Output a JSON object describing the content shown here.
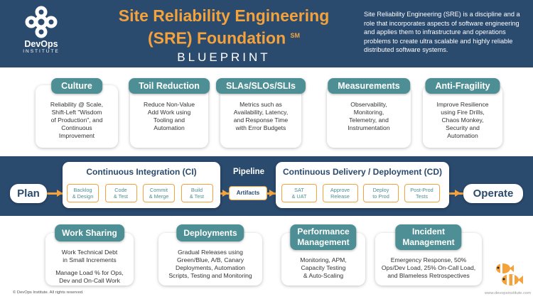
{
  "brand": {
    "name": "DevOps",
    "sub": "INSTITUTE"
  },
  "title": {
    "line1": "Site Reliability Engineering",
    "line2": "(SRE) Foundation",
    "mark": "SM",
    "subtitle": "BLUEPRINT"
  },
  "intro": "Site Reliability Engineering (SRE) is a discipline and a role that incorporates aspects of software engineering and applies them to infrastructure and operations problems to create ultra scalable and highly reliable distributed software systems.",
  "principles": [
    {
      "title": "Culture",
      "lines": [
        "Reliability @ Scale,",
        "Shift-Left \"Wisdom",
        "of Production\", and",
        "Continuous",
        "Improvement"
      ]
    },
    {
      "title": "Toil Reduction",
      "lines": [
        "Reduce Non-Value",
        "Add Work using",
        "Tooling and",
        "Automation"
      ]
    },
    {
      "title": "SLAs/SLOs/SLIs",
      "lines": [
        "Metrics such as",
        "Availability, Latency,",
        "and Response Time",
        "with Error Budgets"
      ]
    },
    {
      "title": "Measurements",
      "lines": [
        "Observability,",
        "Monitoring,",
        "Telemetry, and",
        "Instrumentation"
      ]
    },
    {
      "title": "Anti-Fragility",
      "lines": [
        "Improve Resilience",
        "using Fire Drills,",
        "Chaos Monkey,",
        "Security and",
        "Automation"
      ]
    }
  ],
  "pipeline": {
    "start": "Plan",
    "end": "Operate",
    "label": "Pipeline",
    "artifacts": "Artifacts",
    "ci": {
      "title": "Continuous Integration (CI)",
      "steps": [
        [
          "Backlog",
          "& Design"
        ],
        [
          "Code",
          "& Test"
        ],
        [
          "Commit",
          "& Merge"
        ],
        [
          "Build",
          "& Test"
        ]
      ]
    },
    "cd": {
      "title": "Continuous Delivery / Deployment (CD)",
      "steps": [
        [
          "SAT",
          "& UAT"
        ],
        [
          "Approve",
          "Release"
        ],
        [
          "Deploy",
          "to Prod"
        ],
        [
          "Post-Prod",
          "Tests"
        ]
      ]
    }
  },
  "practices": [
    {
      "title": [
        "Work Sharing"
      ],
      "lines": [
        "Work Technical Debt",
        "in Small Increments",
        "",
        "Manage Load % for Ops,",
        "Dev and On-Call Work"
      ]
    },
    {
      "title": [
        "Deployments"
      ],
      "lines": [
        "Gradual Releases using",
        "Green/Blue, A/B, Canary",
        "Deployments, Automation",
        "Scripts, Testing and Monitoring"
      ]
    },
    {
      "title": [
        "Performance",
        "Management"
      ],
      "lines": [
        "Monitoring, APM,",
        "Capacity Testing",
        "& Auto-Scaling"
      ]
    },
    {
      "title": [
        "Incident",
        "Management"
      ],
      "lines": [
        "Emergency Response, 50%",
        "Ops/Dev Load, 25% On-Call Load,",
        "and Blameless Retrospectives"
      ]
    }
  ],
  "footer": {
    "copyright": "© DevOps Institute. All rights reserved.",
    "site": "www.devopsinstitute.com"
  },
  "colors": {
    "navy": "#2a4a6e",
    "teal": "#4d8f94",
    "orange": "#f4a23c"
  },
  "icons": {
    "logo": "devops-institute-knot-logo",
    "mascot": "clownfish-mascot"
  }
}
